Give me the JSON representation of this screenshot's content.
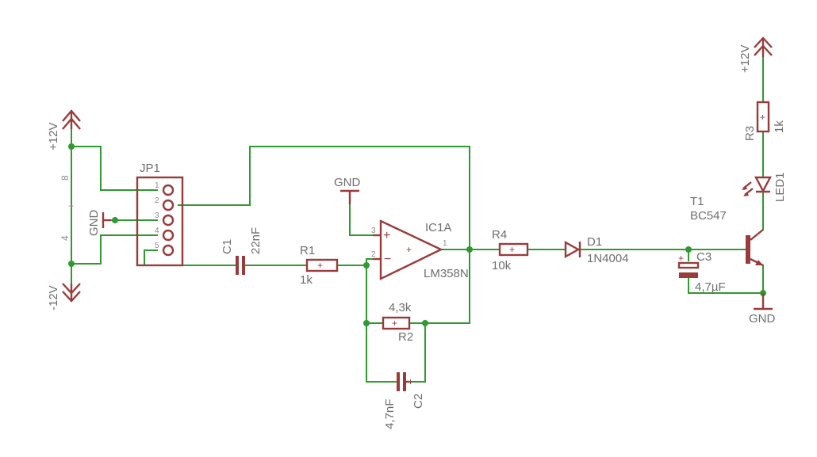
{
  "labels": {
    "jp1": "JP1",
    "c1": "C1",
    "c1_val": "22nF",
    "r1": "R1",
    "r1_val": "1k",
    "r2": "R2",
    "r2_val": "4,3k",
    "c2": "C2",
    "c2_val": "4,7nF",
    "r4": "R4",
    "r4_val": "10k",
    "d1": "D1",
    "d1_val": "1N4004",
    "c3": "C3",
    "c3_val": "4,7µF",
    "r3": "R3",
    "r3_val": "1k",
    "led1": "LED1",
    "t1": "T1",
    "t1_val": "BC547",
    "ic": "IC1A",
    "ic_val": "LM358N",
    "gnd_op": "GND",
    "gnd_jp": "GND",
    "gnd_t1": "GND",
    "v12_left": "+12V",
    "vm12_left": "-12V",
    "v12_right": "+12V",
    "net8": "8",
    "net4": "4",
    "netplus": "+",
    "pin1": "1",
    "pin2": "2",
    "pin3": "3",
    "pin4": "4",
    "pin5": "5",
    "op_pin1": "1",
    "op_pin2": "2",
    "op_pin3": "3",
    "op_plus": "+",
    "op_minus": "−",
    "op_center": "+",
    "c3_plus": "+"
  }
}
